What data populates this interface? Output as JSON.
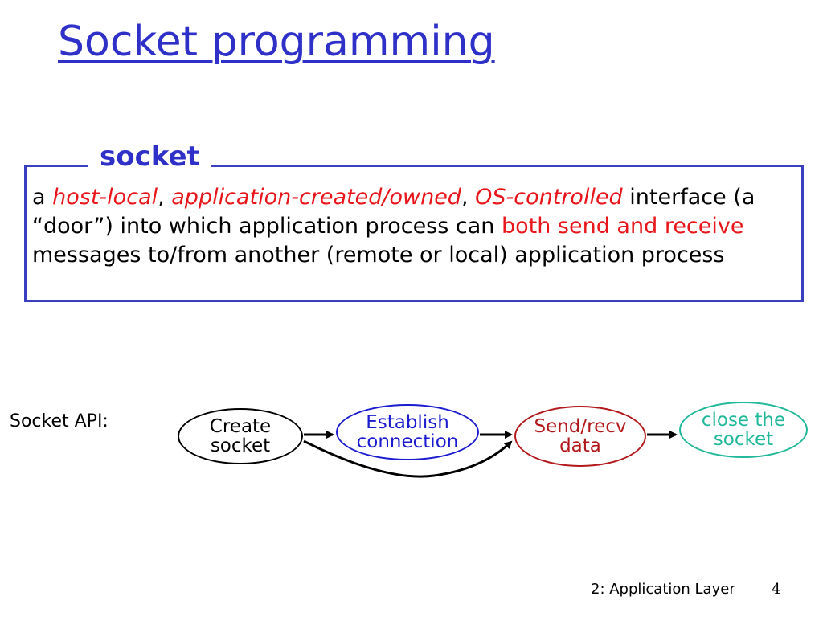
{
  "slide": {
    "title": "Socket programming",
    "box_title": "socket",
    "definition": {
      "a": "a ",
      "host_local": "host-local",
      "comma1": ", ",
      "app_created": "application-created/owned",
      "comma2": ", ",
      "os_controlled": "OS-controlled",
      "line2": " interface (a “door”) into which application process can ",
      "both": "both send and receive",
      "rest": " messages to/from another (remote or local) application process"
    },
    "api_label": "Socket API:",
    "flow": [
      {
        "line1": "Create",
        "line2": "socket",
        "color": "#000000"
      },
      {
        "line1": "Establish",
        "line2": "connection",
        "color": "#1b1bd0"
      },
      {
        "line1": "Send/recv",
        "line2": "data",
        "color": "#b3191c"
      },
      {
        "line1": "close the",
        "line2": "socket",
        "color": "#21b89a"
      }
    ],
    "footer": "2: Application Layer",
    "page_number": "4",
    "colors": {
      "title": "#2e30c8",
      "highlight": "#e8161b",
      "box_border": "#3a3fbf"
    }
  }
}
